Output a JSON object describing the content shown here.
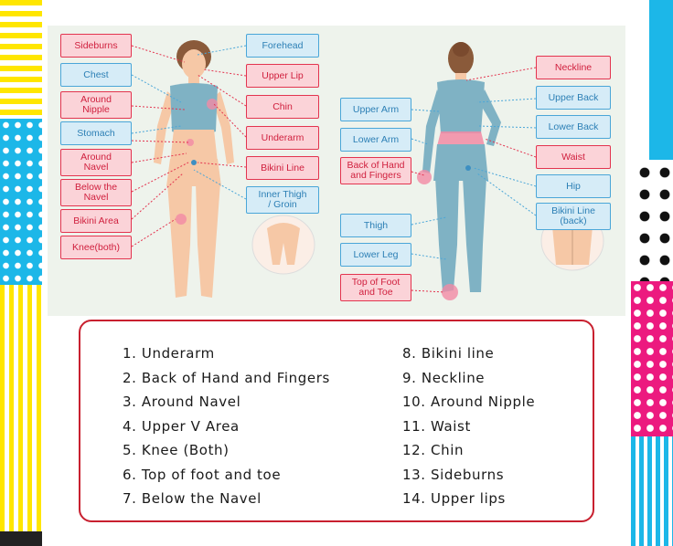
{
  "diagram": {
    "front_labels_left": [
      "Sideburns",
      "Chest",
      "Around\nNipple",
      "Stomach",
      "Around\nNavel",
      "Below the\nNavel",
      "Bikini Area",
      "Knee(both)"
    ],
    "front_labels_right": [
      "Forehead",
      "Upper Lip",
      "Chin",
      "Underarm",
      "Bikini Line",
      "Inner Thigh\n/ Groin"
    ],
    "back_labels_left": [
      "Upper Arm",
      "Lower Arm",
      "Back of Hand\nand Fingers",
      "Thigh",
      "Lower Leg",
      "Top of Foot\nand Toe"
    ],
    "back_labels_right": [
      "Neckline",
      "Upper Back",
      "Lower Back",
      "Waist",
      "Hip",
      "Bikini Line\n(back)"
    ],
    "colors": {
      "pink": "#fbd3d8",
      "pink_border": "#e3344f",
      "blue": "#d6ecf7",
      "blue_border": "#4aa6d8",
      "skin": "#f6c8a6",
      "swimsuit": "#7fb2c4"
    }
  },
  "list": {
    "left": [
      "1. Underarm",
      "2. Back of Hand and Fingers",
      "3. Around Navel",
      "4. Upper V Area",
      "5. Knee (Both)",
      "6. Top of foot and toe",
      "7. Below the Navel"
    ],
    "right": [
      "8. Bikini line",
      "9. Neckline",
      "10. Around Nipple",
      "11. Waist",
      "12. Chin",
      "13. Sideburns",
      "14. Upper lips"
    ]
  },
  "decor": {
    "accent_red": "#c8202f",
    "yellow": "#ffe600",
    "cyan": "#1cb7e8",
    "magenta": "#ec1a7f"
  }
}
